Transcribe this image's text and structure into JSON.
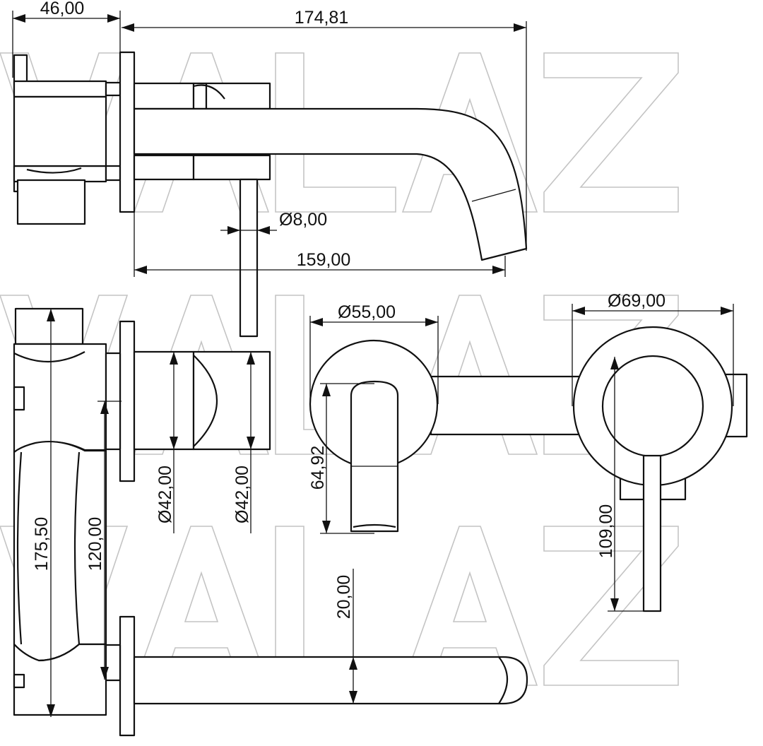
{
  "watermark": {
    "text": "VALAZ",
    "color": "#c4c4c4"
  },
  "dimensions": {
    "d_46": "46,00",
    "d_174_81": "174,81",
    "d_diam_8": "Ø8,00",
    "d_159": "159,00",
    "d_diam_55": "Ø55,00",
    "d_diam_69": "Ø69,00",
    "d_diam_42_a": "Ø42,00",
    "d_diam_42_b": "Ø42,00",
    "d_64_92": "64,92",
    "d_175_50": "175,50",
    "d_120": "120,00",
    "d_20": "20,00",
    "d_109": "109,00"
  },
  "colors": {
    "line": "#111111",
    "background": "#ffffff",
    "watermark": "#c4c4c4"
  }
}
